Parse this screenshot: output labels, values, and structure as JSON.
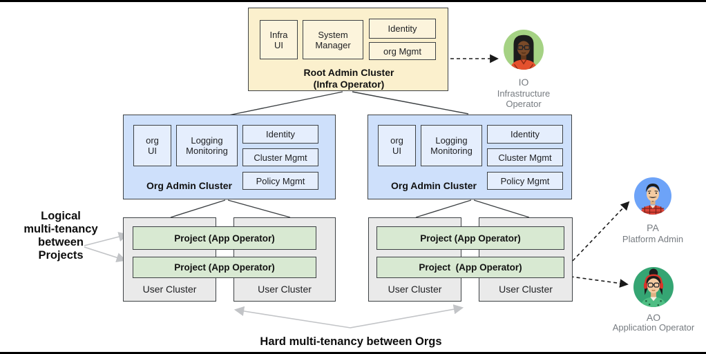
{
  "colors": {
    "root_fill": "#FBF0CD",
    "root_module_fill": "#FCF4DC",
    "org_fill": "#CEE0FB",
    "org_module_fill": "#E5EEFD",
    "user_fill": "#EAEAEA",
    "project_fill": "#D8E9D2",
    "border_dark": "#3C4043",
    "arrow_gray": "#C2C4C7",
    "arrow_black": "#1A1A1A",
    "io_bg": "#A5D284",
    "pa_bg": "#6DA3F8",
    "ao_bg": "#35A573",
    "caption_gray": "#767B80"
  },
  "root_cluster": {
    "title": "Root Admin Cluster\n(Infra Operator)",
    "modules": {
      "infra_ui": "Infra\nUI",
      "system_manager": "System\nManager",
      "identity": "Identity",
      "org_mgmt": "org Mgmt"
    }
  },
  "org_clusters": [
    {
      "title": "Org Admin Cluster",
      "modules": {
        "org_ui": "org\nUI",
        "logging_monitoring": "Logging\nMonitoring",
        "identity": "Identity",
        "cluster_mgmt": "Cluster Mgmt",
        "policy_mgmt": "Policy Mgmt"
      }
    },
    {
      "title": "Org Admin Cluster",
      "modules": {
        "org_ui": "org\nUI",
        "logging_monitoring": "Logging\nMonitoring",
        "identity": "Identity",
        "cluster_mgmt": "Cluster Mgmt",
        "policy_mgmt": "Policy Mgmt"
      }
    }
  ],
  "user_groups": [
    {
      "projects": [
        "Project (App Operator)",
        "Project (App Operator)"
      ],
      "clusters": [
        "User Cluster",
        "User Cluster"
      ]
    },
    {
      "projects": [
        "Project (App Operator)",
        "Project  (App Operator)"
      ],
      "clusters": [
        "User Cluster",
        "User Cluster"
      ]
    }
  ],
  "actors": [
    {
      "abbr": "IO",
      "role": "Infrastructure Operator"
    },
    {
      "abbr": "PA",
      "role": "Platform Admin"
    },
    {
      "abbr": "AO",
      "role": "Application Operator"
    }
  ],
  "annotations": {
    "left_label": "Logical\nmulti-tenancy\nbetween\nProjects",
    "bottom_label": "Hard multi-tenancy between Orgs"
  }
}
